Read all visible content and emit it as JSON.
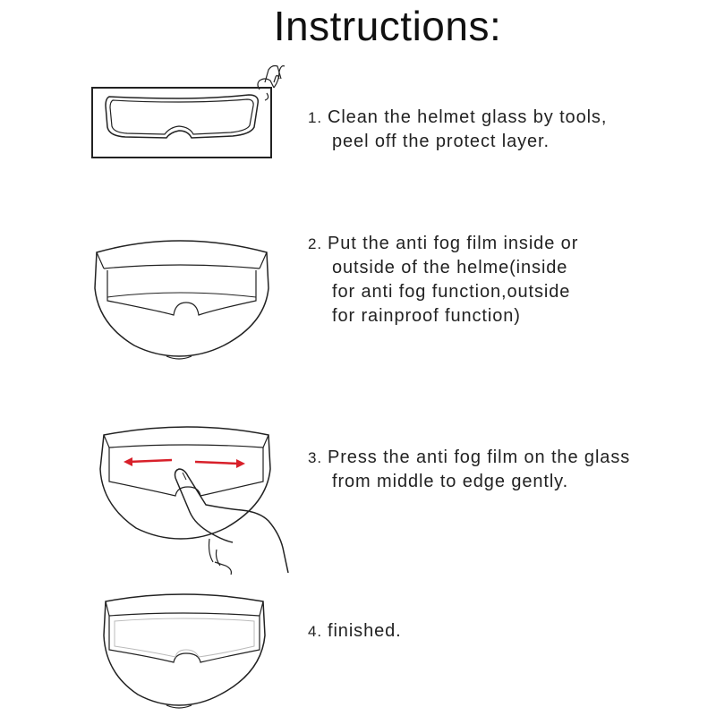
{
  "title": "Instructions:",
  "steps": [
    {
      "number": "1.",
      "lines": [
        "Clean the helmet glass by tools,",
        "peel off the protect layer."
      ]
    },
    {
      "number": "2.",
      "lines": [
        "Put the anti fog film inside or",
        "outside of the helme(inside",
        "for anti fog function,outside",
        "for rainproof function)"
      ]
    },
    {
      "number": "3.",
      "lines": [
        "Press the anti fog film on the glass",
        "from middle to edge gently."
      ]
    },
    {
      "number": "4.",
      "lines": [
        "finished."
      ]
    }
  ],
  "colors": {
    "arrow": "#d8202a",
    "line": "#222222",
    "faint": "#bbbbbb"
  },
  "icons": [
    "anti-fog-film-sheet-icon",
    "peel-hand-icon",
    "helmet-visor-icon",
    "pressing-hand-icon",
    "spread-arrows-icon"
  ]
}
